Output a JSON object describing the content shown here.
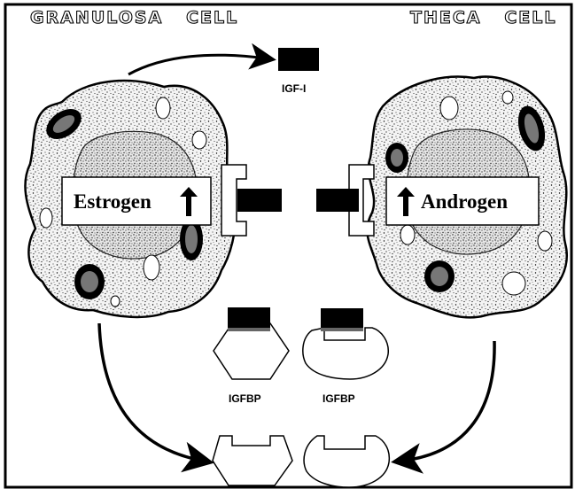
{
  "titles": {
    "left": "GRANULOSA   CELL",
    "right": "THECA   CELL"
  },
  "labels": {
    "igf": "IGF-I",
    "igfbp_left": "IGFBP",
    "igfbp_right": "IGFBP"
  },
  "hormones": {
    "left": "Estrogen",
    "right": "Androgen"
  },
  "colors": {
    "ink": "#000000",
    "paper": "#ffffff",
    "cytoplasm_tint": "#f3f3f3"
  }
}
